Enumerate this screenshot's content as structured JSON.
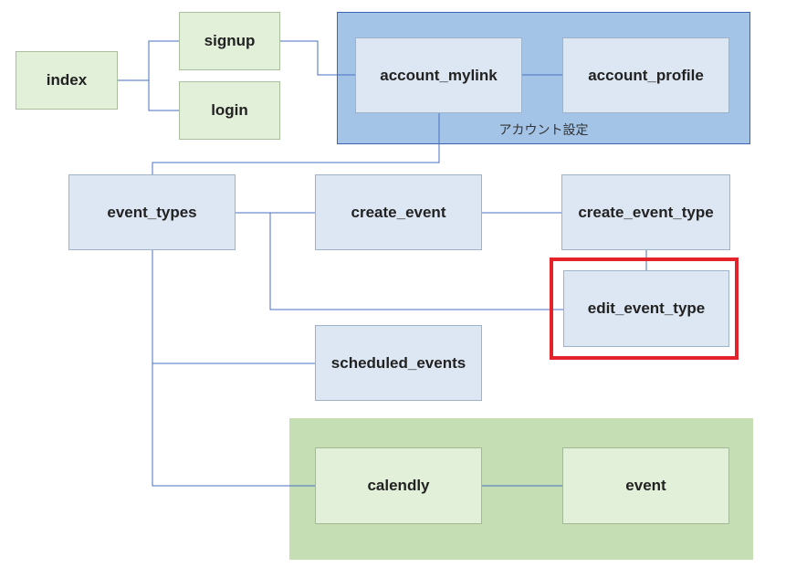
{
  "colors": {
    "connector": "#4a6fc1",
    "highlight": "#e4222a",
    "account_region": "#a3c4e7",
    "calendar_region": "#c5deb4"
  },
  "regions": {
    "account_label": "アカウント設定"
  },
  "nodes": {
    "index": "index",
    "signup": "signup",
    "login": "login",
    "account_mylink": "account_mylink",
    "account_profile": "account_profile",
    "event_types": "event_types",
    "create_event": "create_event",
    "create_event_type": "create_event_type",
    "edit_event_type": "edit_event_type",
    "scheduled_events": "scheduled_events",
    "calendly": "calendly",
    "event": "event"
  },
  "highlighted_node": "edit_event_type"
}
